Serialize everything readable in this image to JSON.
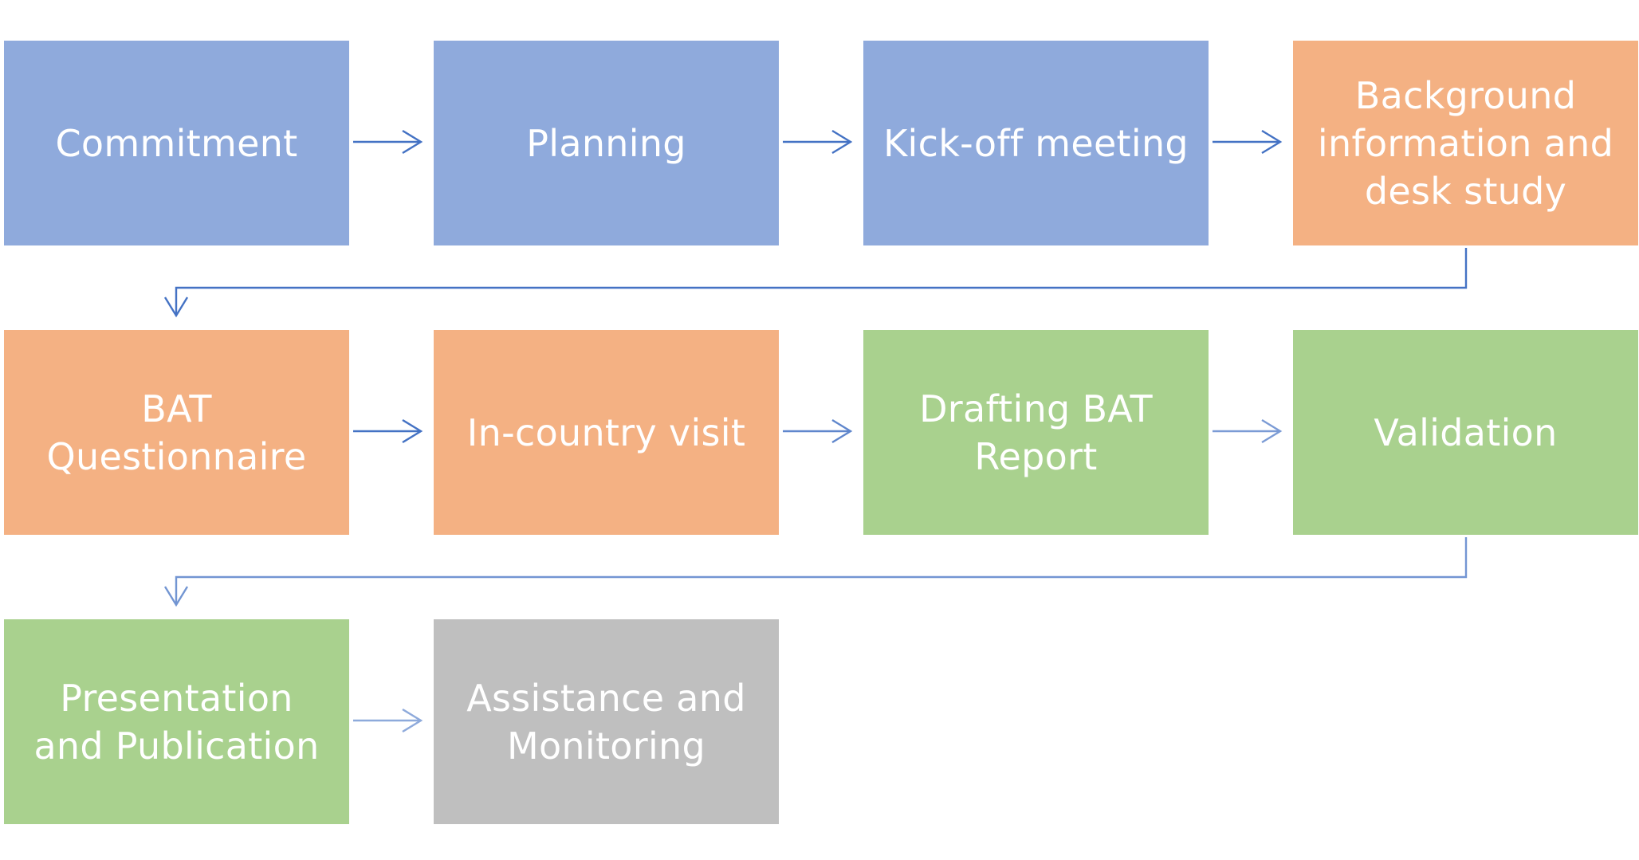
{
  "colors": {
    "blue": "#8faadc",
    "orange": "#f4b183",
    "green": "#a9d18e",
    "gray": "#bfbfbf",
    "arrow": "#4472c4"
  },
  "steps": [
    {
      "label": "Commitment",
      "color": "blue"
    },
    {
      "label": "Planning",
      "color": "blue"
    },
    {
      "label": "Kick-off meeting",
      "color": "blue"
    },
    {
      "label": "Background information and desk study",
      "color": "orange"
    },
    {
      "label": "BAT Questionnaire",
      "color": "orange"
    },
    {
      "label": "In-country visit",
      "color": "orange"
    },
    {
      "label": "Drafting BAT Report",
      "color": "green"
    },
    {
      "label": "Validation",
      "color": "green"
    },
    {
      "label": "Presentation and Publication",
      "color": "green"
    },
    {
      "label": "Assistance and Monitoring",
      "color": "gray"
    }
  ]
}
